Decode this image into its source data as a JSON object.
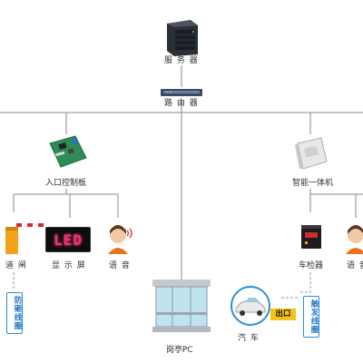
{
  "nodes": {
    "server": "服 务 器",
    "router": "路 由 器",
    "entry_board": "入口控制板",
    "smart_unit": "智能一体机",
    "barrier": "道 闸",
    "display": "显 示 屏",
    "voice_left": "语 音",
    "detector": "车检器",
    "voice_right": "语 音",
    "booth_pc": "岗亭PC",
    "car": "汽 车"
  },
  "loops": {
    "anti_smash": "防砸线圈",
    "trigger": "触发线圈"
  },
  "led_text": "LED",
  "exit_sign": "出口",
  "colors": {
    "line": "#888888",
    "dashed": "#999999",
    "loop_border": "#2b8fd6",
    "exit_bg": "#f7c21c"
  }
}
